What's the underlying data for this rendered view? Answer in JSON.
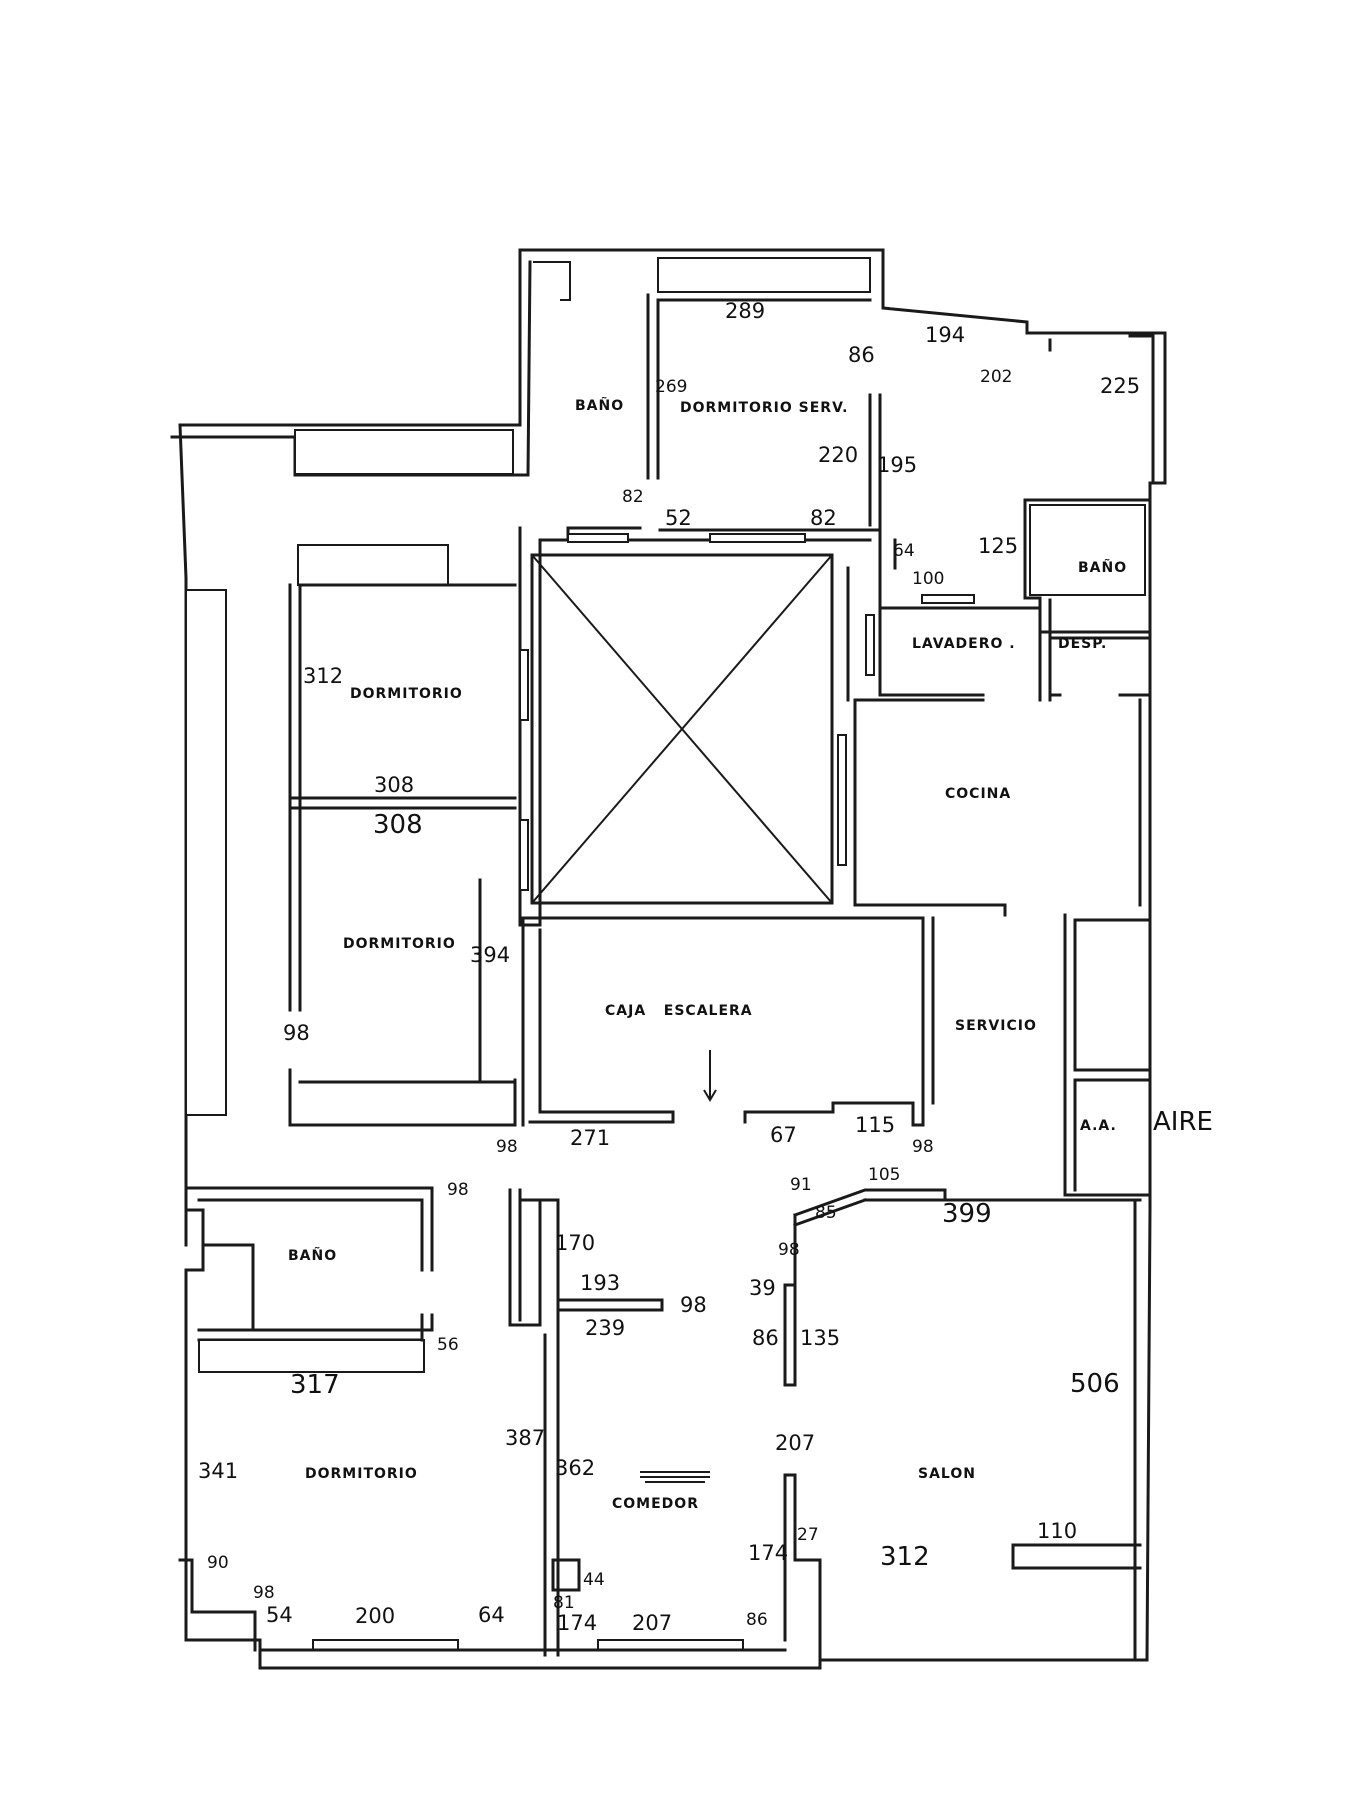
{
  "rooms": {
    "bano_top": "BAÑO",
    "dormitorio_serv": "DORMITORIO SERV.",
    "bano_right": "BAÑO",
    "lavadero": "LAVADERO .",
    "desp": "DESP.",
    "dormitorio_1": "DORMITORIO",
    "cocina": "COCINA",
    "dormitorio_2": "DORMITORIO",
    "caja_escalera": "CAJA   ESCALERA",
    "servicio": "SERVICIO",
    "aa": "A.A.",
    "aire": "AIRE",
    "bano_left": "BAÑO",
    "dormitorio_3": "DORMITORIO",
    "comedor": "COMEDOR",
    "salon": "SALON"
  },
  "dimensions": [
    "289",
    "86",
    "194",
    "202",
    "225",
    "269",
    "220",
    "195",
    "82",
    "52",
    "82",
    "64",
    "100",
    "125",
    "312",
    "308",
    "308",
    "394",
    "98",
    "98",
    "271",
    "67",
    "115",
    "98",
    "91",
    "105",
    "85",
    "399",
    "98",
    "170",
    "193",
    "98",
    "239",
    "98",
    "39",
    "86",
    "135",
    "56",
    "317",
    "506",
    "387",
    "341",
    "362",
    "207",
    "27",
    "174",
    "312",
    "110",
    "44",
    "81",
    "90",
    "98",
    "54",
    "200",
    "64",
    "174",
    "207",
    "86"
  ]
}
